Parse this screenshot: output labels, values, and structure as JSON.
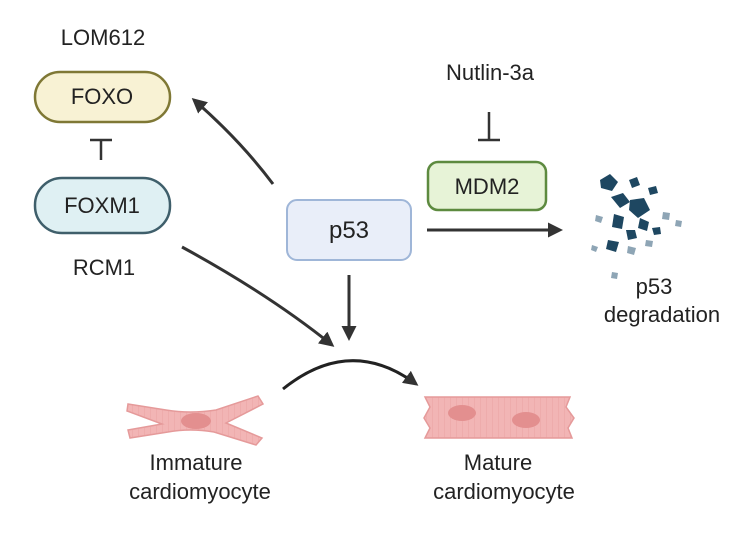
{
  "labels": {
    "lom612": "LOM612",
    "foxo": "FOXO",
    "foxm1": "FOXM1",
    "rcm1": "RCM1",
    "nutlin": "Nutlin-3a",
    "mdm2": "MDM2",
    "p53": "p53",
    "degradation_line1": "p53",
    "degradation_line2": "degradation",
    "immature_line1": "Immature",
    "immature_line2": "cardiomyocyte",
    "mature_line1": "Mature",
    "mature_line2": "cardiomyocyte"
  },
  "colors": {
    "foxo_fill": "#f8f2d4",
    "foxo_stroke": "#7f7835",
    "foxm1_fill": "#dff0f3",
    "foxm1_stroke": "#3f5f6b",
    "mdm2_fill": "#e7f3d7",
    "mdm2_stroke": "#5d8a3f",
    "p53_fill": "#e9eef9",
    "p53_stroke": "#9fb6d8",
    "arrow": "#333333",
    "cell_fill": "#f2b5b5",
    "cell_stroke": "#e59a9a",
    "nucleus": "#e38f8f",
    "fragment_dark": "#1e4761",
    "fragment_light": "#8ea5b5"
  }
}
